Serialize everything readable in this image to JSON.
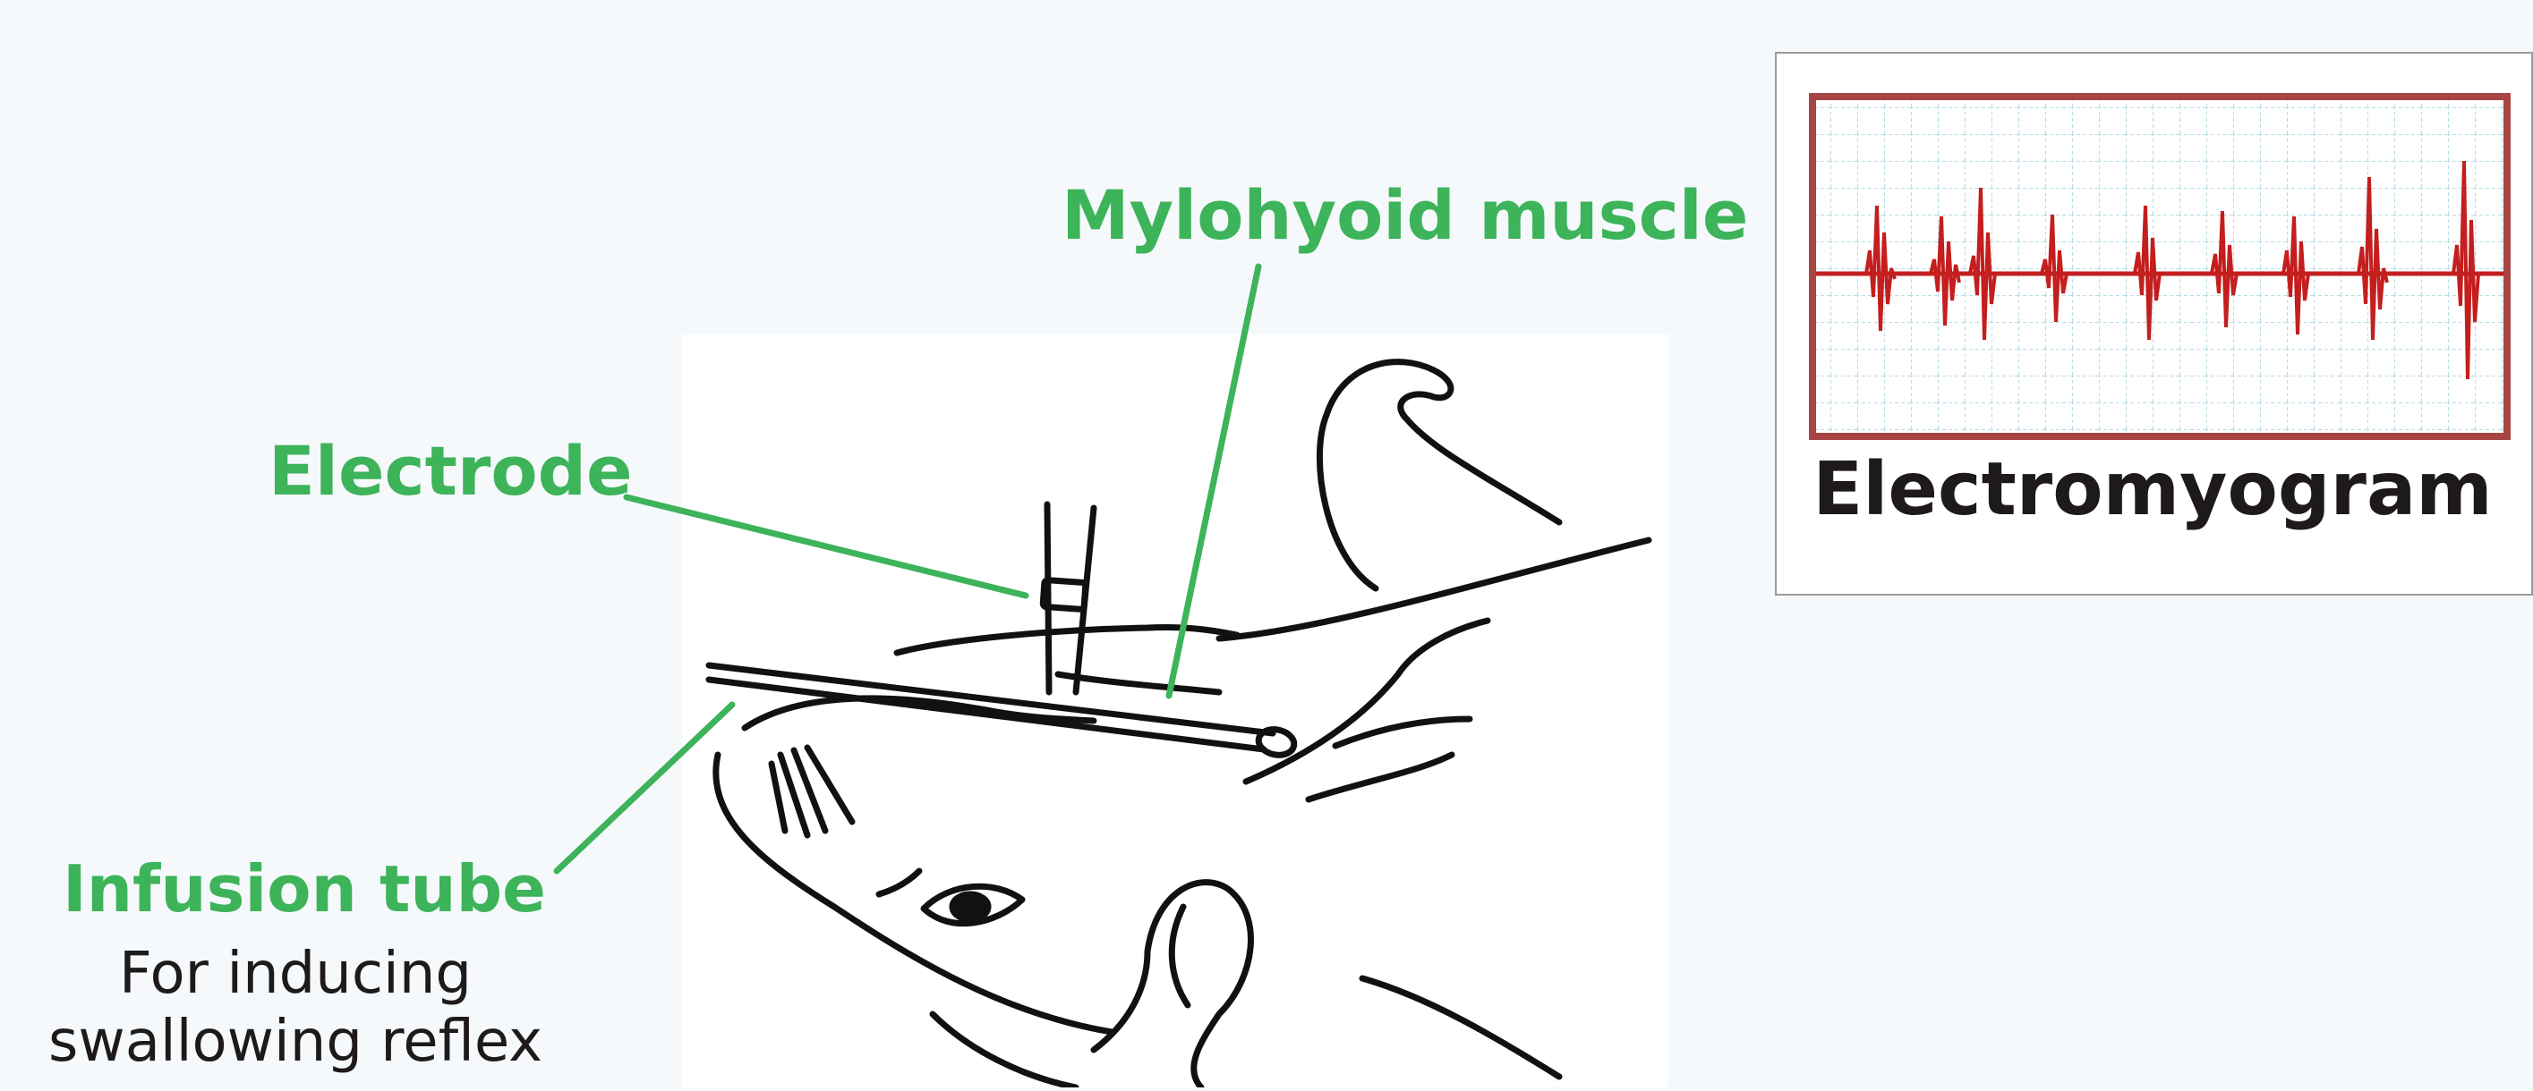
{
  "labels": {
    "electrode": "Electrode",
    "mylohyoid": "Mylohyoid muscle",
    "infusion_tube": "Infusion tube",
    "infusion_desc_line1": "For inducing",
    "infusion_desc_line2": "swallowing reflex"
  },
  "emg": {
    "title": "Electromyogram"
  },
  "colors": {
    "label_green": "#3db35a",
    "emg_trace": "#c41e1e",
    "emg_frame": "#a94444",
    "grid": "#b9dde6",
    "ink": "#111111"
  }
}
